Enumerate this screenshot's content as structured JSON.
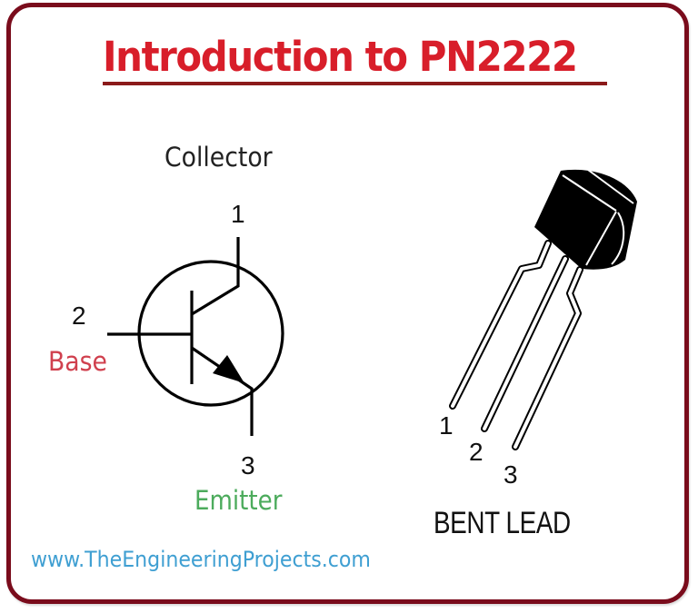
{
  "title": "Introduction to PN2222",
  "symbol": {
    "collector_label": "Collector",
    "collector_pin": "1",
    "base_label": "Base",
    "base_pin": "2",
    "emitter_label": "Emitter",
    "emitter_pin": "3",
    "type": "NPN transistor schematic symbol"
  },
  "package": {
    "caption": "BENT LEAD",
    "lead_labels": [
      "1",
      "2",
      "3"
    ],
    "type": "TO-92 package"
  },
  "footer": {
    "url": "www.TheEngineeringProjects.com"
  },
  "colors": {
    "frame_border": "#7a0c1c",
    "title": "#d81e2a",
    "title_underline": "#8b1a1a",
    "base_label": "#d0404e",
    "emitter_label": "#4cab5c",
    "url": "#3f9fd2",
    "ink": "#111111"
  }
}
